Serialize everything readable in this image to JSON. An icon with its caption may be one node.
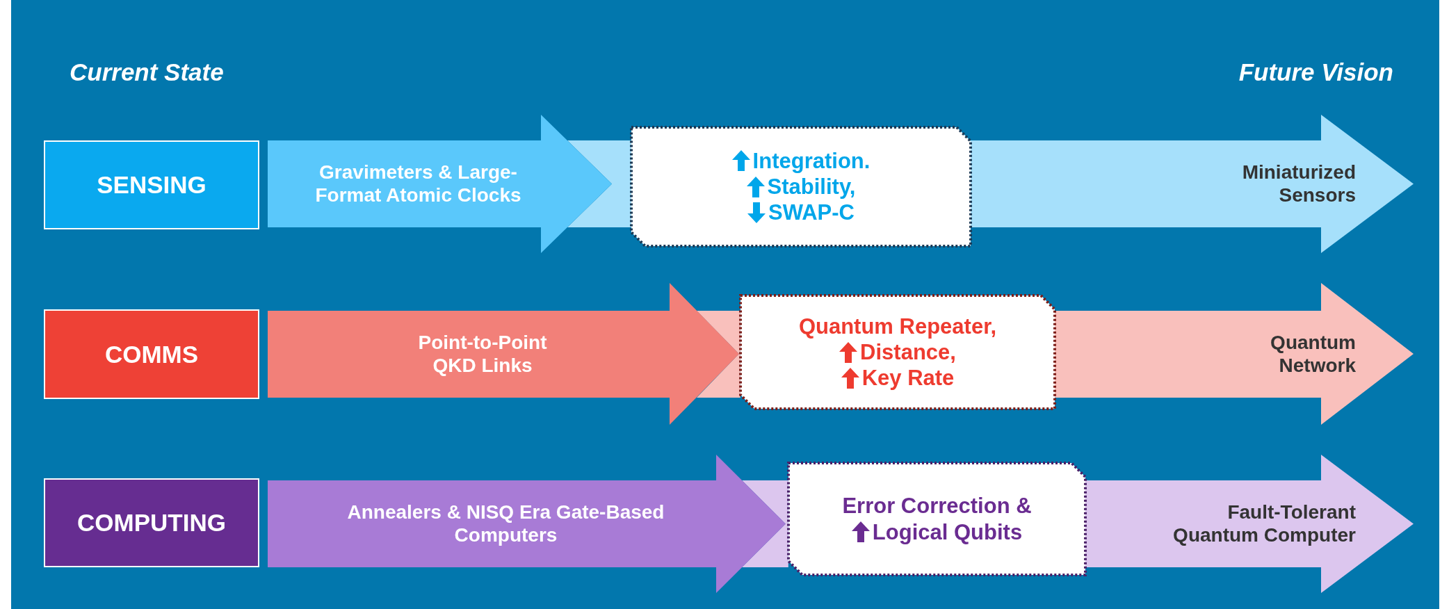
{
  "diagram": {
    "nodes": [
      {
        "text": [
          "SENSING"
        ]
      },
      {
        "text": [
          "Gravimeters & Large- Format Atomic Clocks"
        ]
      },
      {
        "text": [
          "Integration.",
          "Stability,",
          "SWAP-C"
        ]
      },
      {
        "text": [
          "Miniaturized Sensors"
        ]
      },
      {
        "text": [
          "COMMS"
        ]
      },
      {
        "text": [
          "Point-to-Point QKD Links"
        ]
      },
      {
        "text": [
          "Quantum Repeater,",
          "Distance,",
          "Key Rate"
        ]
      },
      {
        "text": [
          "Quantum Network"
        ]
      },
      {
        "text": [
          "COMPUTING"
        ]
      },
      {
        "text": [
          "Annealers & NISQ Era Gate-Based Computers"
        ]
      },
      {
        "text": [
          "Error Correction &",
          "Logical Qubits"
        ]
      },
      {
        "text": [
          "Fault-Tolerant Quantum Computer"
        ]
      }
    ],
    "labels": [
      "Current State",
      "Future Vision"
    ]
  }
}
